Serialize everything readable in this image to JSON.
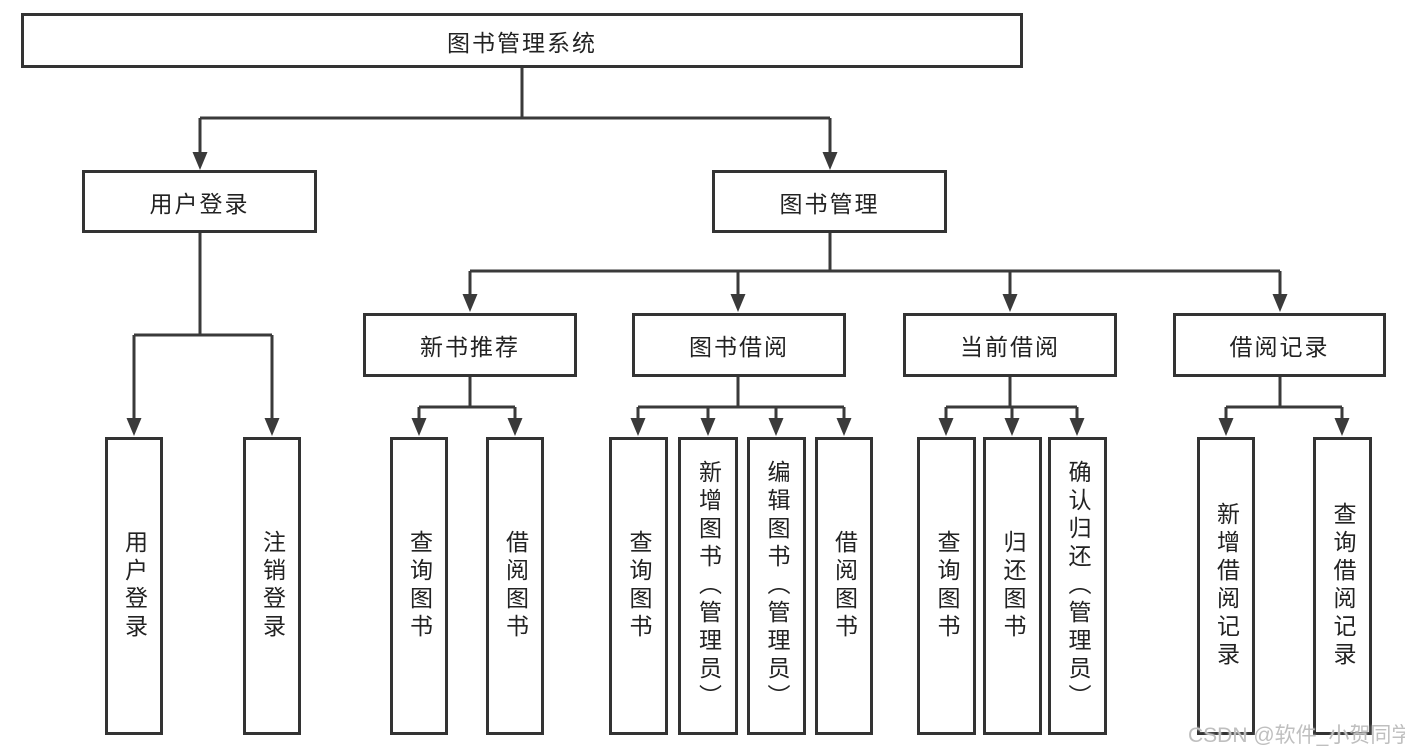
{
  "diagram": {
    "root": "图书管理系统",
    "level2": [
      {
        "id": "user-login",
        "label": "用户登录"
      },
      {
        "id": "book-management",
        "label": "图书管理"
      }
    ],
    "level3": [
      {
        "id": "new-book-recommend",
        "label": "新书推荐"
      },
      {
        "id": "book-borrowing",
        "label": "图书借阅"
      },
      {
        "id": "current-borrowing",
        "label": "当前借阅"
      },
      {
        "id": "borrowing-records",
        "label": "借阅记录"
      }
    ],
    "leaves": [
      {
        "id": "user-login-leaf",
        "parent": "user-login",
        "label": "用户登录"
      },
      {
        "id": "logout-leaf",
        "parent": "user-login",
        "label": "注销登录"
      },
      {
        "id": "recommend-query-books",
        "parent": "new-book-recommend",
        "label": "查询图书"
      },
      {
        "id": "recommend-borrow-books",
        "parent": "new-book-recommend",
        "label": "借阅图书"
      },
      {
        "id": "borrow-query-books",
        "parent": "book-borrowing",
        "label": "查询图书"
      },
      {
        "id": "borrow-add-books-admin",
        "parent": "book-borrowing",
        "label": "新增图书（管理员）"
      },
      {
        "id": "borrow-edit-books-admin",
        "parent": "book-borrowing",
        "label": "编辑图书（管理员）"
      },
      {
        "id": "borrow-borrow-books",
        "parent": "book-borrowing",
        "label": "借阅图书"
      },
      {
        "id": "current-query-books",
        "parent": "current-borrowing",
        "label": "查询图书"
      },
      {
        "id": "current-return-books",
        "parent": "current-borrowing",
        "label": "归还图书"
      },
      {
        "id": "current-confirm-return-admin",
        "parent": "current-borrowing",
        "label": "确认归还（管理员）"
      },
      {
        "id": "records-add-borrow-record",
        "parent": "borrowing-records",
        "label": "新增借阅记录"
      },
      {
        "id": "records-query-borrow-record",
        "parent": "borrowing-records",
        "label": "查询借阅记录"
      }
    ],
    "watermark": "CSDN @软件_小贺同学",
    "colors": {
      "line": "#3a3a3a",
      "box_border": "#333333",
      "text": "#222222",
      "watermark": "#bfbfbf",
      "background": "#ffffff"
    }
  }
}
